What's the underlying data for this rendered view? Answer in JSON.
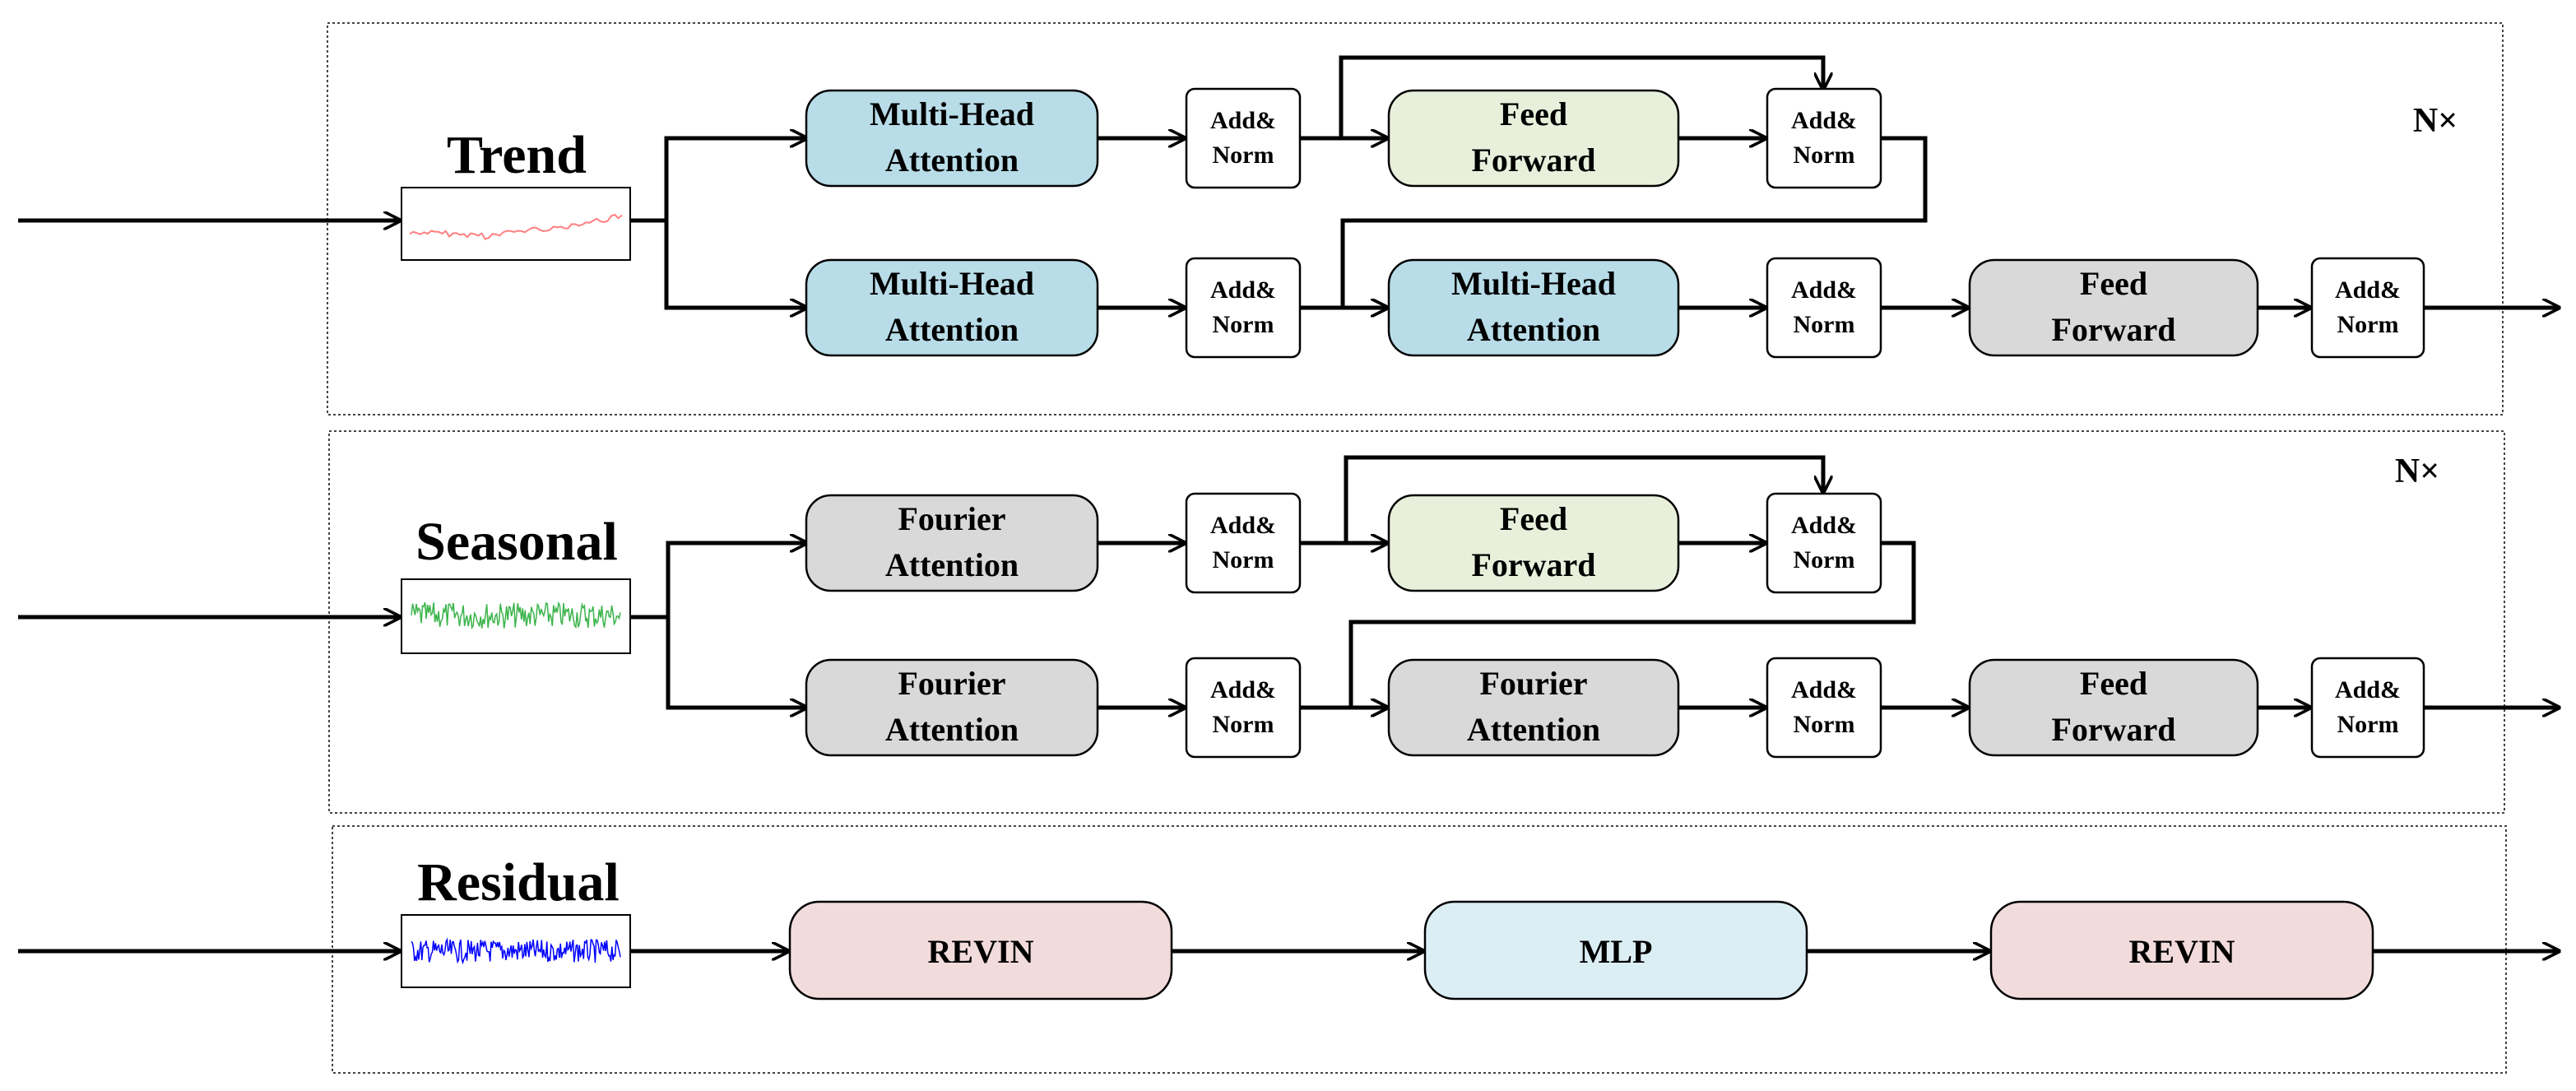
{
  "trend": {
    "title": "Trend",
    "nx": "N×",
    "top_row": {
      "attention": [
        "Multi-Head",
        "Attention"
      ],
      "addnorm1": [
        "Add&",
        "Norm"
      ],
      "ff": [
        "Feed",
        "Forward"
      ],
      "addnorm2": [
        "Add&",
        "Norm"
      ]
    },
    "bottom_row": {
      "attention1": [
        "Multi-Head",
        "Attention"
      ],
      "addnorm1": [
        "Add&",
        "Norm"
      ],
      "attention2": [
        "Multi-Head",
        "Attention"
      ],
      "addnorm2": [
        "Add&",
        "Norm"
      ],
      "ff": [
        "Feed",
        "Forward"
      ],
      "addnorm3": [
        "Add&",
        "Norm"
      ]
    }
  },
  "seasonal": {
    "title": "Seasonal",
    "nx": "N×",
    "top_row": {
      "attention": [
        "Fourier",
        "Attention"
      ],
      "addnorm1": [
        "Add&",
        "Norm"
      ],
      "ff": [
        "Feed",
        "Forward"
      ],
      "addnorm2": [
        "Add&",
        "Norm"
      ]
    },
    "bottom_row": {
      "attention1": [
        "Fourier",
        "Attention"
      ],
      "addnorm1": [
        "Add&",
        "Norm"
      ],
      "attention2": [
        "Fourier",
        "Attention"
      ],
      "addnorm2": [
        "Add&",
        "Norm"
      ],
      "ff": [
        "Feed",
        "Forward"
      ],
      "addnorm3": [
        "Add&",
        "Norm"
      ]
    }
  },
  "residual": {
    "title": "Residual",
    "revin1": "REVIN",
    "mlp": "MLP",
    "revin2": "REVIN"
  },
  "colors": {
    "multihead": "#b8dde8",
    "fourier": "#d9d9d9",
    "feedforward_light": "#e8f0dc",
    "feedforward_gray": "#d9d9d9",
    "revin": "#f2dcdb",
    "mlp": "#dbeef3",
    "trend_line": "#ff7f7f",
    "seasonal_line": "#3cb44b",
    "residual_line": "#0000ff"
  }
}
